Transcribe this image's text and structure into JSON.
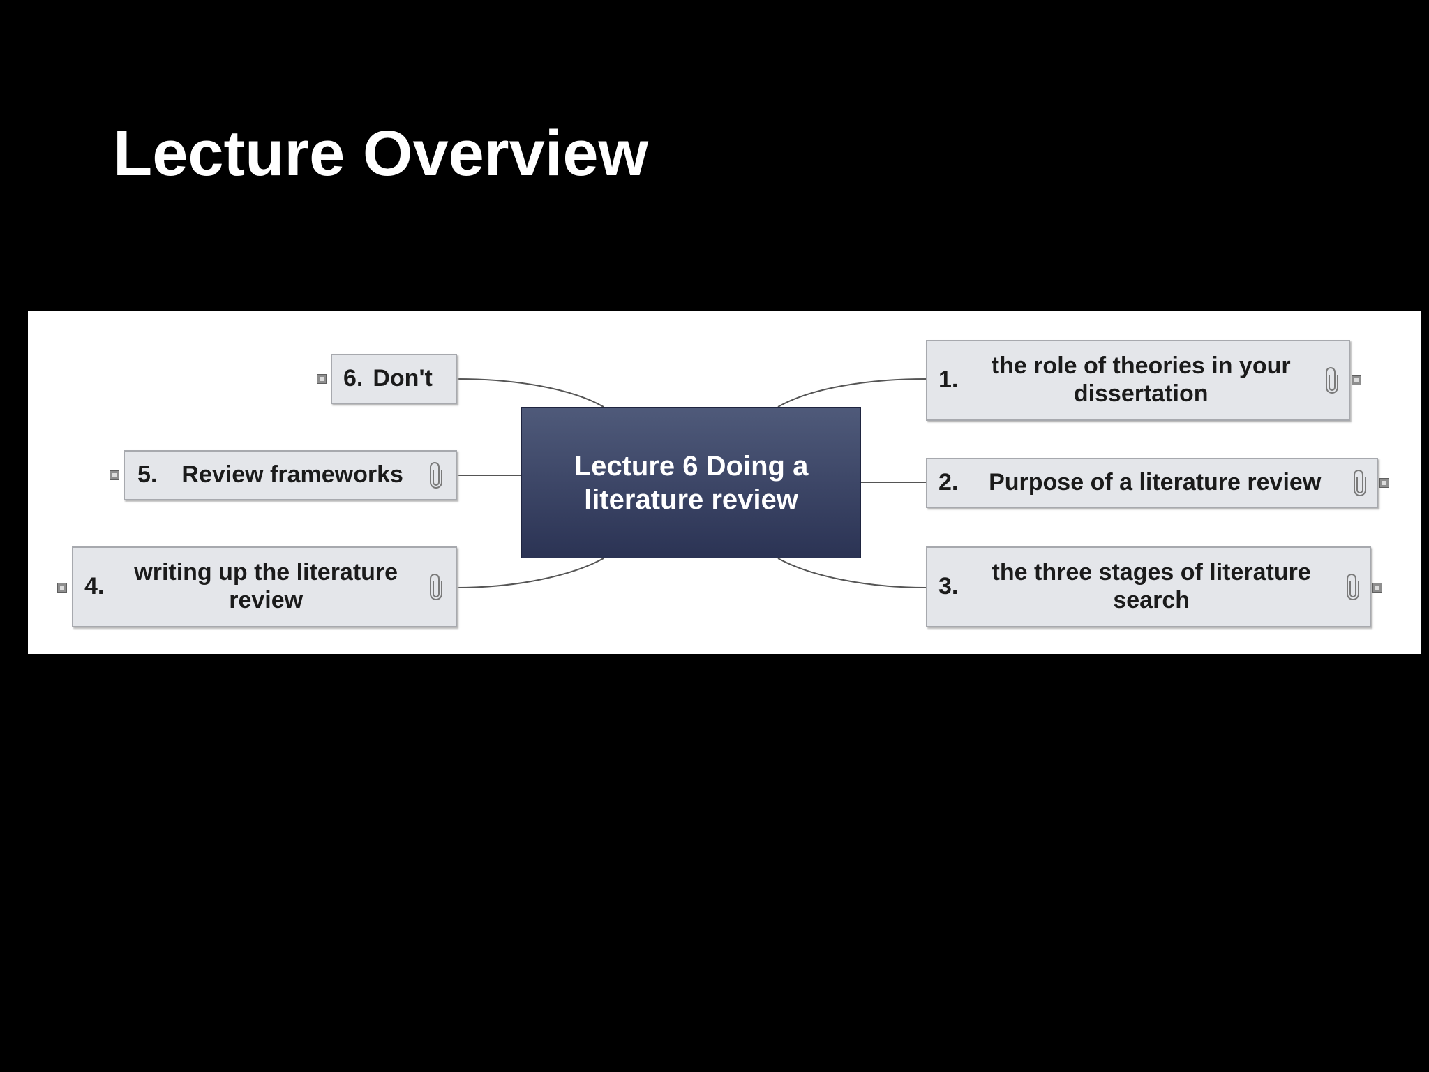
{
  "slide": {
    "title": "Lecture Overview"
  },
  "mindmap": {
    "center": {
      "label": "Lecture 6 Doing a literature review"
    },
    "topics": [
      {
        "number": "1.",
        "label": "the role of theories in your dissertation",
        "attachment": true
      },
      {
        "number": "2.",
        "label": "Purpose of a literature review",
        "attachment": true
      },
      {
        "number": "3.",
        "label": "the three stages of literature search",
        "attachment": true
      },
      {
        "number": "4.",
        "label": "writing up the literature review",
        "attachment": true
      },
      {
        "number": "5.",
        "label": "Review frameworks",
        "attachment": true
      },
      {
        "number": "6.",
        "label": "Don't",
        "attachment": false
      }
    ]
  },
  "colors": {
    "background": "#000000",
    "title_text": "#ffffff",
    "canvas": "#ffffff",
    "center_top": "#4f5a7a",
    "center_bottom": "#2b3354",
    "topic_fill": "#e4e6ea",
    "topic_border": "#a7a9ae",
    "connector": "#555555"
  },
  "icons": {
    "attachment": "paperclip-icon",
    "collapse": "collapse-handle-icon"
  }
}
